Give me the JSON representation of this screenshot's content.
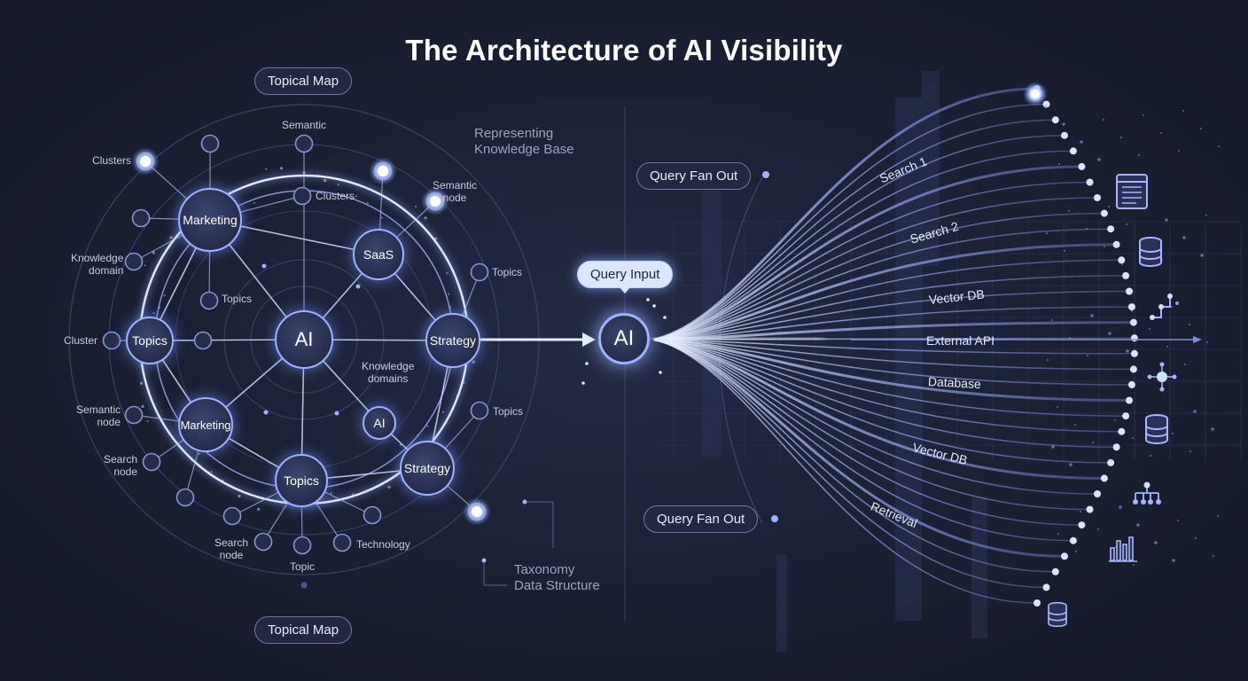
{
  "title": "The Architecture of AI Visibility",
  "topical_map_top": "Topical Map",
  "topical_map_bottom": "Topical Map",
  "representing": [
    "Representing",
    "Knowledge Base"
  ],
  "taxonomy": [
    "Taxonomy",
    "Data Structure"
  ],
  "query_input": "Query Input",
  "query_fan_out_top": "Query Fan Out",
  "query_fan_out_bottom": "Query Fan Out",
  "central_ai": "AI",
  "hubs": {
    "ai": "AI",
    "marketing_top": "Marketing",
    "marketing_bottom": "Marketing",
    "saas": "SaaS",
    "strategy_right": "Strategy",
    "strategy_bottom": "Strategy",
    "topics_left": "Topics",
    "topics_bottom": "Topics",
    "ai_small": "AI"
  },
  "node_labels": {
    "clusters_left": "Clusters",
    "semantic_top": "Semantic",
    "clusters_inner": "Clusters",
    "semantic_node_top": [
      "Semantic",
      "node"
    ],
    "knowledge_domain": [
      "Knowledge",
      "domain"
    ],
    "topics_inner": "Topics",
    "topics_right_top": "Topics",
    "cluster_left": "Cluster",
    "knowledge_domains": [
      "Knowledge",
      "domains"
    ],
    "topics_right_bottom": "Topics",
    "semantic_node_left": [
      "Semantic",
      "node"
    ],
    "search_node_left": [
      "Search",
      "node"
    ],
    "search_node_bottom": [
      "Search",
      "node"
    ],
    "topic_bottom": "Topic",
    "technology": "Technology"
  },
  "streams": [
    "Search 1",
    "Search 2",
    "Vector DB",
    "External API",
    "Database",
    "Vector DB",
    "Retrieval"
  ],
  "icons": [
    "table-icon",
    "database-icon",
    "network-icon",
    "hub-icon",
    "database-icon",
    "hierarchy-icon",
    "bar-chart-icon",
    "database-icon"
  ],
  "colors": {
    "background": "#1a1f33",
    "accent": "#9fb2ff",
    "glow": "#cfe0ff"
  }
}
